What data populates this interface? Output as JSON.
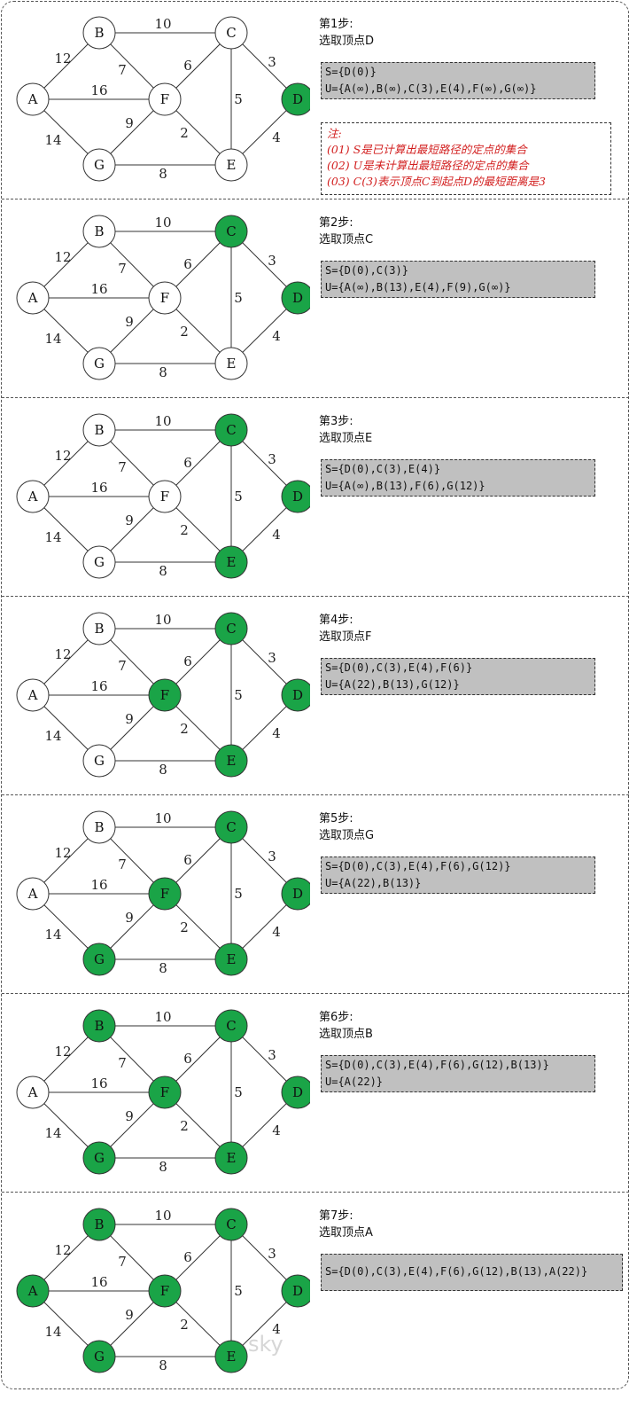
{
  "colors": {
    "selected": "#1aa447",
    "unselected": "#ffffff",
    "setbox": "#c0c0c0",
    "note": "#d21f1f"
  },
  "graph": {
    "nodes": [
      "A",
      "B",
      "C",
      "D",
      "E",
      "F",
      "G"
    ],
    "edges": [
      {
        "from": "A",
        "to": "B",
        "weight": "12"
      },
      {
        "from": "A",
        "to": "F",
        "weight": "16"
      },
      {
        "from": "A",
        "to": "G",
        "weight": "14"
      },
      {
        "from": "B",
        "to": "C",
        "weight": "10"
      },
      {
        "from": "B",
        "to": "F",
        "weight": "7"
      },
      {
        "from": "C",
        "to": "D",
        "weight": "3"
      },
      {
        "from": "C",
        "to": "F",
        "weight": "6"
      },
      {
        "from": "C",
        "to": "E",
        "weight": "5"
      },
      {
        "from": "D",
        "to": "E",
        "weight": "4"
      },
      {
        "from": "F",
        "to": "E",
        "weight": "2"
      },
      {
        "from": "F",
        "to": "G",
        "weight": "9"
      },
      {
        "from": "G",
        "to": "E",
        "weight": "8"
      }
    ]
  },
  "steps": [
    {
      "title": "第1步:",
      "subtitle": "选取顶点D",
      "selected": [
        "D"
      ],
      "S": "S={D(0)}",
      "U": "U={A(∞),B(∞),C(3),E(4),F(∞),G(∞)}"
    },
    {
      "title": "第2步:",
      "subtitle": "选取顶点C",
      "selected": [
        "D",
        "C"
      ],
      "S": "S={D(0),C(3)}",
      "U": "U={A(∞),B(13),E(4),F(9),G(∞)}"
    },
    {
      "title": "第3步:",
      "subtitle": "选取顶点E",
      "selected": [
        "D",
        "C",
        "E"
      ],
      "S": "S={D(0),C(3),E(4)}",
      "U": "U={A(∞),B(13),F(6),G(12)}"
    },
    {
      "title": "第4步:",
      "subtitle": "选取顶点F",
      "selected": [
        "D",
        "C",
        "E",
        "F"
      ],
      "S": "S={D(0),C(3),E(4),F(6)}",
      "U": "U={A(22),B(13),G(12)}"
    },
    {
      "title": "第5步:",
      "subtitle": "选取顶点G",
      "selected": [
        "D",
        "C",
        "E",
        "F",
        "G"
      ],
      "S": "S={D(0),C(3),E(4),F(6),G(12)}",
      "U": "U={A(22),B(13)}"
    },
    {
      "title": "第6步:",
      "subtitle": "选取顶点B",
      "selected": [
        "D",
        "C",
        "E",
        "F",
        "G",
        "B"
      ],
      "S": "S={D(0),C(3),E(4),F(6),G(12),B(13)}",
      "U": "U={A(22)}"
    },
    {
      "title": "第7步:",
      "subtitle": "选取顶点A",
      "selected": [
        "D",
        "C",
        "E",
        "F",
        "G",
        "B",
        "A"
      ],
      "S": "S={D(0),C(3),E(4),F(6),G(12),B(13),A(22)}",
      "U": ""
    }
  ],
  "note": {
    "heading": "注:",
    "line1": "(01) S是已计算出最短路径的定点的集合",
    "line2": "(02) U是未计算出最短路径的定点的集合",
    "line3": "(03) C(3)表示顶点C到起点D的最短距离是3"
  },
  "watermark": "sky"
}
